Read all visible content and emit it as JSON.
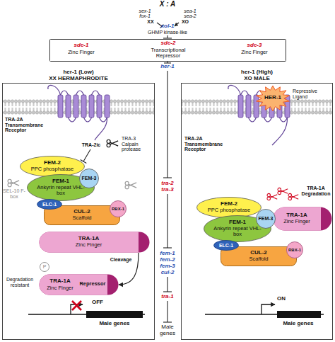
{
  "diagram": {
    "nodes": [
      {
        "text": [
          "sdc-1",
          "Zinc Finger",
          "sdc-2",
          "Transcriptional Repressor",
          "sdc-3",
          "Zinc Finger"
        ]
      },
      {
        "text": [
          "her-1 (Low)",
          "XX HERMAPHRODITE"
        ]
      },
      {
        "text": [
          "FEM-2",
          "PPC phosphatase"
        ],
        "in": 1
      },
      {
        "text": [
          "FEM-3"
        ],
        "in": 1
      },
      {
        "text": [
          "FEM-1",
          "Ankyrin repeat VHL-box"
        ],
        "in": 1
      },
      {
        "text": [
          "ELC-1"
        ],
        "in": 1
      },
      {
        "text": [
          "CUL-2",
          "Scaffold"
        ],
        "in": 1
      },
      {
        "text": [
          "RBX-1"
        ],
        "in": 1
      },
      {
        "text": [
          "TRA-1A",
          "Zinc Finger"
        ],
        "in": 1
      },
      {
        "text": [
          "P"
        ],
        "in": 1
      },
      {
        "text": [
          "TRA-1A",
          "Zinc Finger",
          "Repressor"
        ],
        "in": 1
      },
      {
        "text": [
          "her-1 (High)",
          "XO MALE"
        ]
      },
      {
        "text": [
          "HER-1",
          "Repressive Ligand"
        ],
        "in": 11
      },
      {
        "text": [
          "FEM-2",
          "PPC phosphatase"
        ],
        "in": 11
      },
      {
        "text": [
          "FEM-3"
        ],
        "in": 11
      },
      {
        "text": [
          "TRA-1A",
          "Zinc Finger"
        ],
        "in": 11
      },
      {
        "text": [
          "FEM-1",
          "Ankyrin repeat VHL-box"
        ],
        "in": 11
      },
      {
        "text": [
          "ELC-1"
        ],
        "in": 11
      },
      {
        "text": [
          "CUL-2",
          "Scaffold"
        ],
        "in": 11
      },
      {
        "text": [
          "RBX-1"
        ],
        "in": 11
      }
    ],
    "edges": [
      {
        "from": 8,
        "to": 10,
        "label": "Cleavage",
        "arrow": "to"
      }
    ],
    "labels": [
      "X : A",
      "sex-1",
      "fox-1",
      "sea-1",
      "sea-2",
      "XX",
      "XO",
      "xol-1",
      "GHMP kinase-like",
      "her-1",
      "tra-2",
      "tra-3",
      "fem-1",
      "fem-2",
      "fem-3",
      "cul-2",
      "tra-1",
      "Male genes",
      "TRA-2A Transmembrane Receptor",
      "TRA-2ic",
      "TRA-3 Calpain protease",
      "SEL-10 F-box",
      "Degradation resistant",
      "OFF",
      "Male genes",
      "TRA-2A Transmembrane Receptor",
      "TRA-1A Degradation",
      "ON",
      "Male genes"
    ]
  }
}
